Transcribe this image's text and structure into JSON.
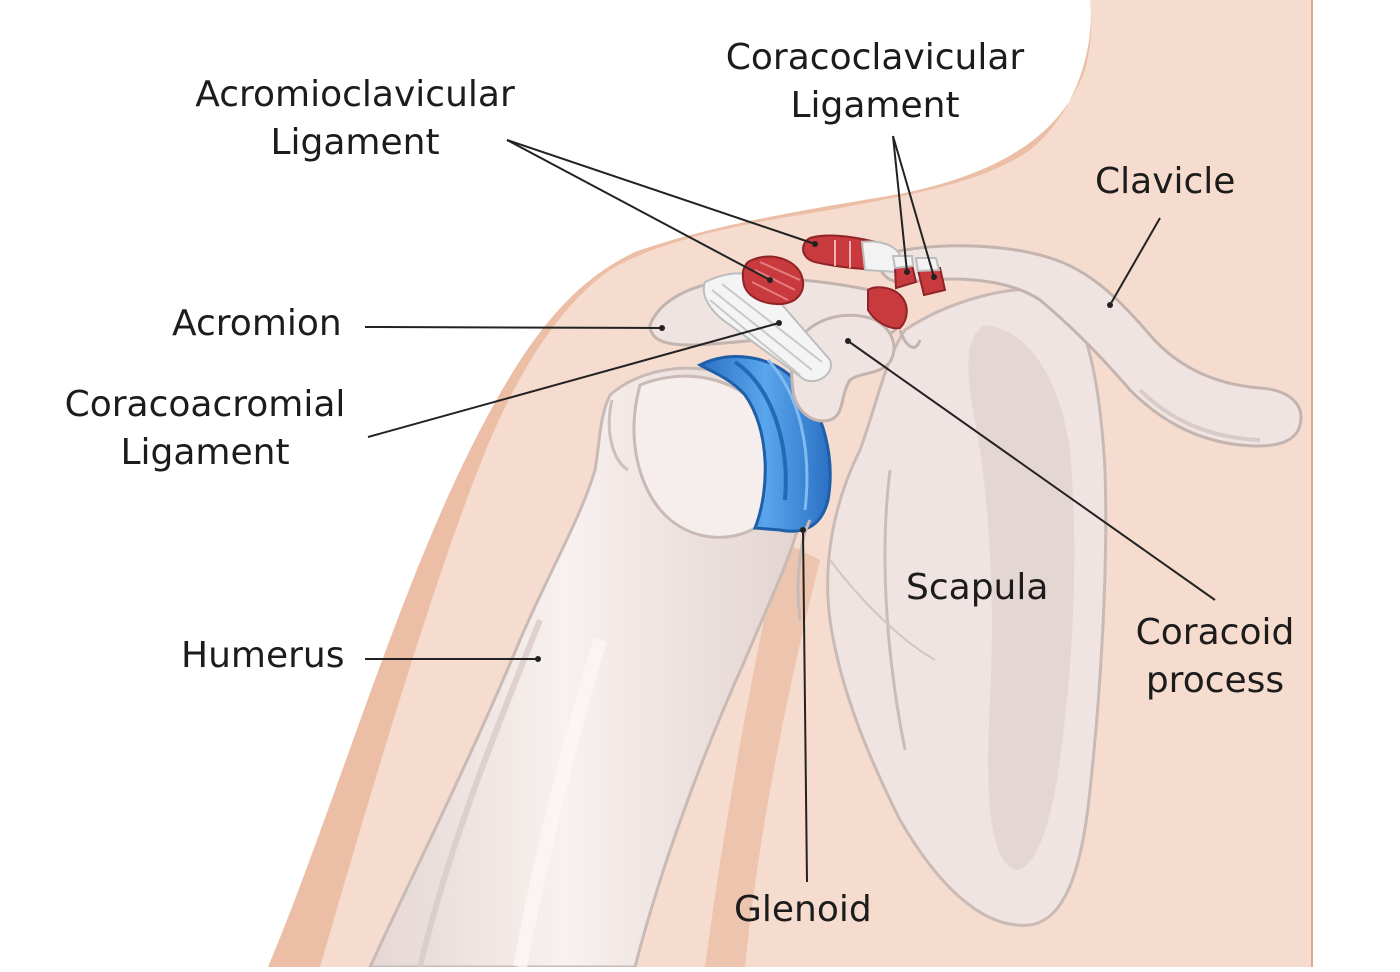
{
  "labels": {
    "acromioclavicular": [
      "Acromioclavicular",
      "Ligament"
    ],
    "coracoclavicular": [
      "Coracoclavicular",
      "Ligament"
    ],
    "clavicle": "Clavicle",
    "acromion": "Acromion",
    "coracoacromial": [
      "Coracoacromial",
      "Ligament"
    ],
    "scapula": "Scapula",
    "coracoid": [
      "Coracoid",
      "process"
    ],
    "humerus": "Humerus",
    "glenoid": "Glenoid"
  },
  "colors": {
    "skin": "#f5dcce",
    "skin_shadow": "#ebbea5",
    "skin_outline": "#dfa88d",
    "bone": "#f1e7e4",
    "bone_outline": "#c9bab6",
    "bone_shadow": "#ddd0cc",
    "labrum": "#3e8fe0",
    "labrum_dark": "#2468b8",
    "ligament_red": "#c83a3e",
    "ligament_white": "#f3f3f3",
    "leader": "#222222"
  }
}
